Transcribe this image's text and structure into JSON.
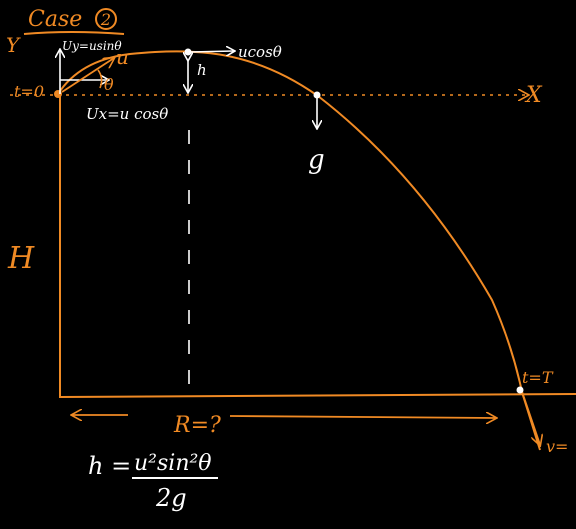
{
  "title": "Case",
  "case_number": "2",
  "axes": {
    "y_label": "Y",
    "x_label": "X"
  },
  "launch": {
    "time_label": "t=0",
    "uy_label": "Uy=usinθ",
    "u_label": "u",
    "angle_label": "θ",
    "ux_label": "Ux=u cosθ"
  },
  "top": {
    "velocity_label": "ucosθ",
    "h_label": "h"
  },
  "gravity_label": "g",
  "height_label": "H",
  "landing": {
    "time_label": "t=T",
    "velocity_label": "v="
  },
  "range_label": "R=?",
  "formula": {
    "lhs": "h =",
    "numerator": "u²sin²θ",
    "denominator": "2g"
  },
  "colors": {
    "background": "#000000",
    "ink_orange": "#F08A24",
    "ink_white": "#FFFFFF"
  }
}
